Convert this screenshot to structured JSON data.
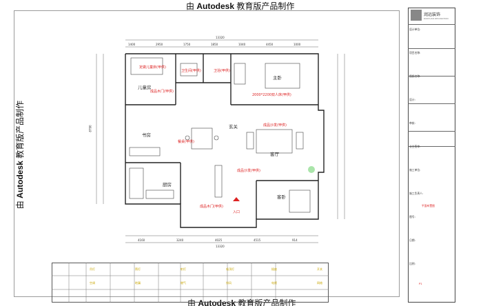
{
  "watermark": {
    "prefix": "由 ",
    "brand": "Autodesk",
    "suffix": " 教育版产品制作"
  },
  "title_block": {
    "company": "润远装饰",
    "company_sub": "RUNYUAN DECORATION",
    "rows": [
      "设计单位:",
      "项目名称:",
      "图纸名称:",
      "设计:",
      "审核:",
      "业主签字:",
      "施工单位:",
      "施工负责人:",
      "图号:",
      "日期:",
      "比例:"
    ],
    "red_value": "平面布置图",
    "sheet_no": "P1"
  },
  "plan": {
    "overall_width": "13320",
    "overall_height": "8790",
    "rooms": [
      {
        "label": "定做儿童床(甲供)"
      },
      {
        "label": "儿童房"
      },
      {
        "label": "成品木门(甲供)"
      },
      {
        "label": "卫生间(甲供)"
      },
      {
        "label": "卫浴(甲供)"
      },
      {
        "label": "主卧"
      },
      {
        "label": "2000*2200双人床(甲供)"
      },
      {
        "label": "书房"
      },
      {
        "label": "餐桌(甲供)"
      },
      {
        "label": "成品沙发(甲供)"
      },
      {
        "label": "客厅"
      },
      {
        "label": "玄关"
      },
      {
        "label": "厨房"
      },
      {
        "label": "成品沙发(甲供)"
      },
      {
        "label": "客卧"
      },
      {
        "label": "成品木门(甲供)"
      },
      {
        "label": "入口"
      }
    ],
    "dims_top": [
      "1400",
      "2950",
      "1750",
      "1850",
      "1040",
      "4450",
      "1000"
    ],
    "dims_bottom": [
      "4160",
      "3240",
      "4025",
      "4515",
      "914"
    ]
  },
  "legend": {
    "labels": [
      "吊灯",
      "筒灯",
      "射灯",
      "吸顶灯",
      "插座",
      "开关",
      "空调",
      "地漏",
      "燃气",
      "排风",
      "电视",
      "网络"
    ]
  }
}
